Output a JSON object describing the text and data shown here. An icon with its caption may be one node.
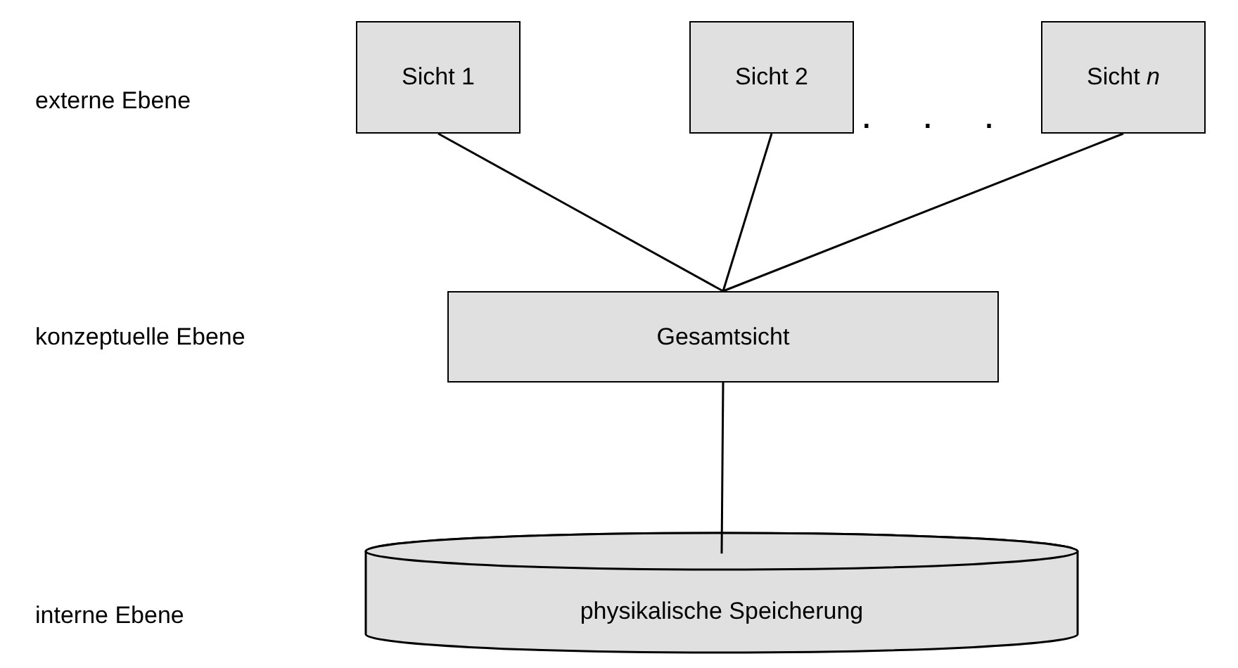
{
  "diagram": {
    "nodes": [
      {
        "text": [
          "Sicht 1"
        ]
      },
      {
        "text": [
          "Sicht 2"
        ]
      },
      {
        "text": [
          "Sicht *n*"
        ]
      },
      {
        "text": [
          "Gesamtsicht"
        ]
      },
      {
        "text": [
          "physikalische Speicherung"
        ]
      }
    ],
    "edges": [
      {
        "from": 0,
        "to": 3,
        "arrow": "none"
      },
      {
        "from": 1,
        "to": 3,
        "arrow": "none"
      },
      {
        "from": 2,
        "to": 3,
        "arrow": "none"
      },
      {
        "from": 3,
        "to": 4,
        "arrow": "none"
      }
    ],
    "labels": [
      "externe Ebene",
      ". . .",
      "konzeptuelle Ebene",
      "interne Ebene"
    ]
  }
}
